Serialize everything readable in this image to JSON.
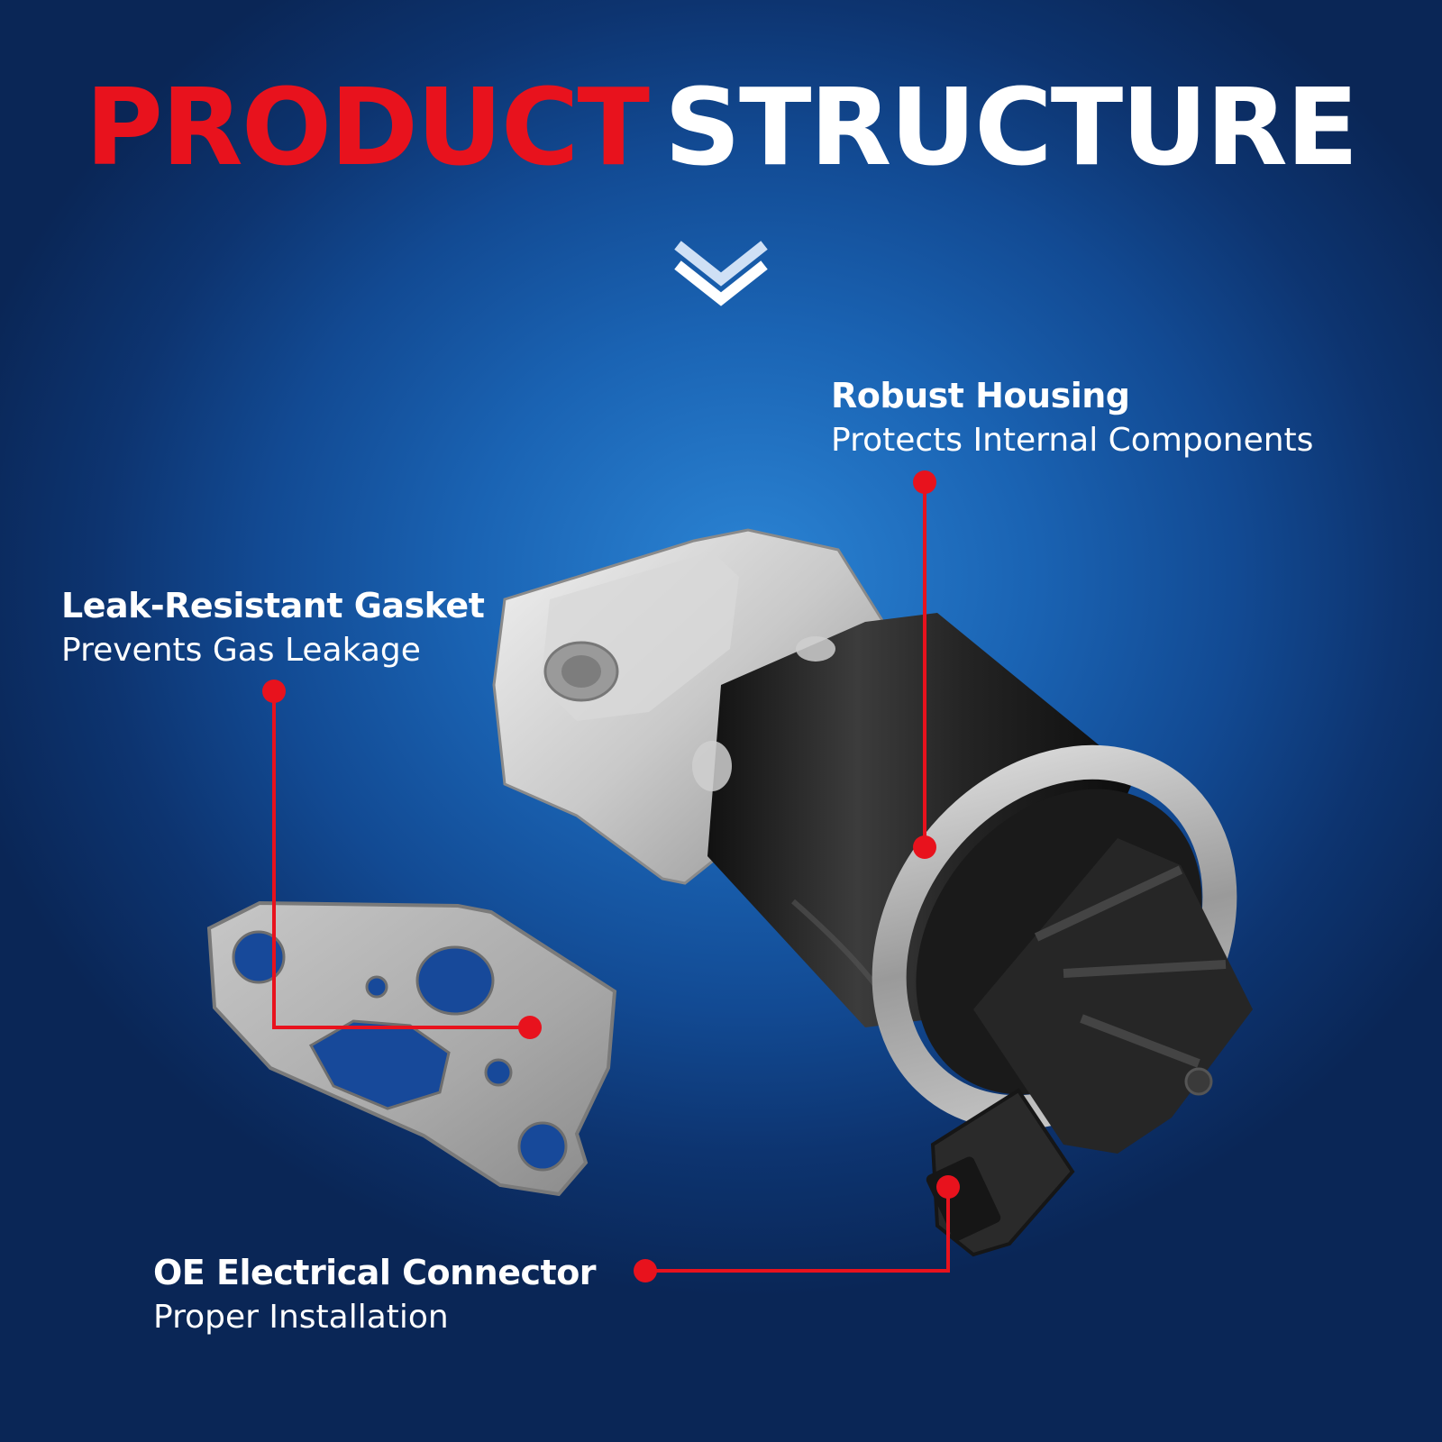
{
  "title": {
    "part1": "PRODUCT",
    "part2": "STRUCTURE"
  },
  "callouts": {
    "housing": {
      "heading": "Robust Housing",
      "description": "Protects Internal Components"
    },
    "gasket": {
      "heading": "Leak-Resistant Gasket",
      "description": "Prevents Gas Leakage"
    },
    "connector": {
      "heading": "OE Electrical Connector",
      "description": "Proper Installation"
    }
  },
  "colors": {
    "accent_red": "#e8121d",
    "background_blue": "#1a63b3",
    "text": "#ffffff"
  },
  "icons": {
    "scroll_hint": "double-chevron-down-icon"
  }
}
